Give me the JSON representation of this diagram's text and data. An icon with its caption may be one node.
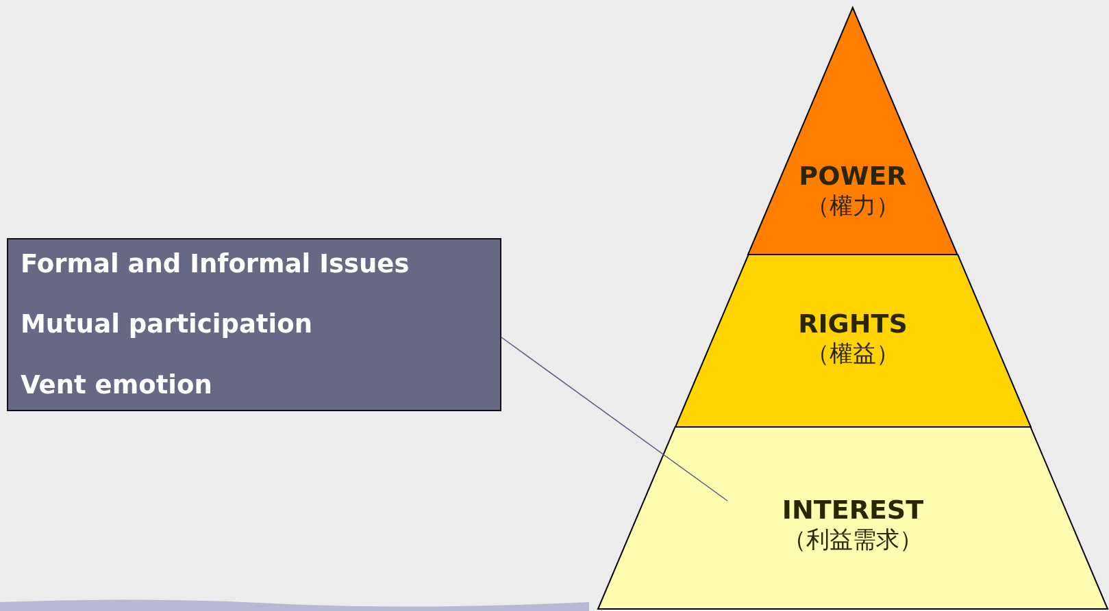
{
  "diagram": {
    "nodes": [
      {
        "text": [
          "Formal and Informal Issues",
          "Mutual participation",
          "Vent emotion"
        ]
      },
      {
        "text": [
          "POWER",
          "（權力）"
        ]
      },
      {
        "text": [
          "RIGHTS",
          "（權益）"
        ]
      },
      {
        "text": [
          "INTEREST",
          "（利益需求）"
        ]
      }
    ],
    "edges": [
      {
        "from": 0,
        "to": 3,
        "arrow": "none"
      }
    ]
  }
}
